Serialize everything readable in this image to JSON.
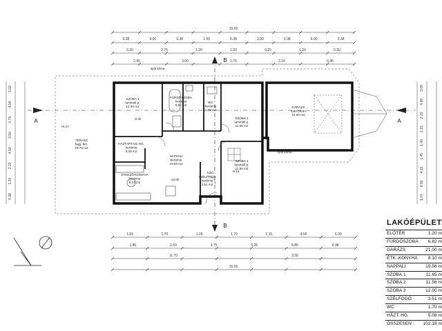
{
  "dims": {
    "top_total": "15.00",
    "top_row1": [
      "0.38",
      "4.00",
      "0.38",
      "1.50",
      "0.38",
      "3.00",
      "0.38",
      "6.00",
      "0.38"
    ],
    "top_row2": [
      "0.30",
      "2.75",
      "1.20",
      "1.20",
      "0.25",
      "1.20",
      "0.30"
    ],
    "top_row3": [
      "2.45",
      "3.00",
      "1.75",
      "2.10",
      "6.45"
    ],
    "bottom_row1": [
      "1.65",
      "1.70",
      "1.20",
      "1.70",
      "2.15",
      "4.50",
      "6.30"
    ],
    "bottom_row2": [
      "1.85",
      "2.60",
      "3.75",
      "0.25",
      "5.85",
      "0.38"
    ],
    "bottom_row3": [
      "11.70",
      "3.30"
    ],
    "bottom_total": "15.00",
    "left": [
      "3.60",
      "4.00",
      "1.75",
      "2.50",
      "4.50",
      "2.20",
      "1.20",
      "0.38"
    ],
    "right": [
      "3.00",
      "4.60",
      "2.20",
      "2.15",
      "1.40",
      "1.45",
      "4.15",
      "8.90",
      "1.70"
    ]
  },
  "axis_labels": {
    "a_left": "A",
    "a_right": "A",
    "b_top": "B",
    "b_bottom": "B"
  },
  "rooms": [
    {
      "name": "SZOBA 3",
      "finish": "laminált p.",
      "area": "12.00 m2"
    },
    {
      "name": "FÜRDŐSZOBA",
      "finish": "kerámia",
      "area": "6.82 m2"
    },
    {
      "name": "WC",
      "finish": "kerámia",
      "area": "1.70 m2"
    },
    {
      "name": "SZOBA 1",
      "finish": "laminált p.",
      "area": "11.65 m2"
    },
    {
      "name": "GARÁZS",
      "finish": "ipari beton",
      "area": "21.00 m2"
    },
    {
      "name": "TERASZ",
      "finish": "fagy. ker.",
      "area": "29.75 m2"
    },
    {
      "name": "HÁZTARTÁSI HG.",
      "finish": "kerámia",
      "area": "5.08 m2"
    },
    {
      "name": "NAPPALI",
      "finish": "kerámia",
      "area": "19.56 m2"
    },
    {
      "name": "ÉTKEZŐ-KONYHA",
      "finish": "kerámia",
      "area": "8.10 m2"
    },
    {
      "name": "SZÉLFOGÓ",
      "finish": "kerámia",
      "area": "3.51 m2"
    },
    {
      "name": "SZOBA 2",
      "finish": "laminált p.",
      "area": "11.56 m2"
    }
  ],
  "notes": {
    "klima_top": "split klíma",
    "klima_right": "split klíma",
    "level_pos": "+0.27",
    "level_zero": "±0.00",
    "level_a": "-0.30",
    "level_b": "-0.15",
    "fridge": "hűtő"
  },
  "table": {
    "title": "LAKÓÉPÜLET:",
    "rows": [
      {
        "name": "ELŐTÉR",
        "value": "1.20 m"
      },
      {
        "name": "FÜRDŐSZOBA",
        "value": "6.82 m"
      },
      {
        "name": "GARÁZS",
        "value": "21.00 m"
      },
      {
        "name": "ÉTK.-KONYHA",
        "value": "8.10 m"
      },
      {
        "name": "NAPPALI",
        "value": "19.56 m"
      },
      {
        "name": "SZOBA 1",
        "value": "11.65 m"
      },
      {
        "name": "SZOBA 2",
        "value": "11.56 m"
      },
      {
        "name": "SZOBA 3",
        "value": "12.00 m"
      },
      {
        "name": "SZÉLFOGÓ",
        "value": "3.51 m"
      },
      {
        "name": "WC",
        "value": "1.70 m"
      },
      {
        "name": "HÁZT. HG.",
        "value": "5.08 m"
      }
    ],
    "total": {
      "name": "ÖSSZESEN :",
      "value": "102.18 m"
    }
  }
}
